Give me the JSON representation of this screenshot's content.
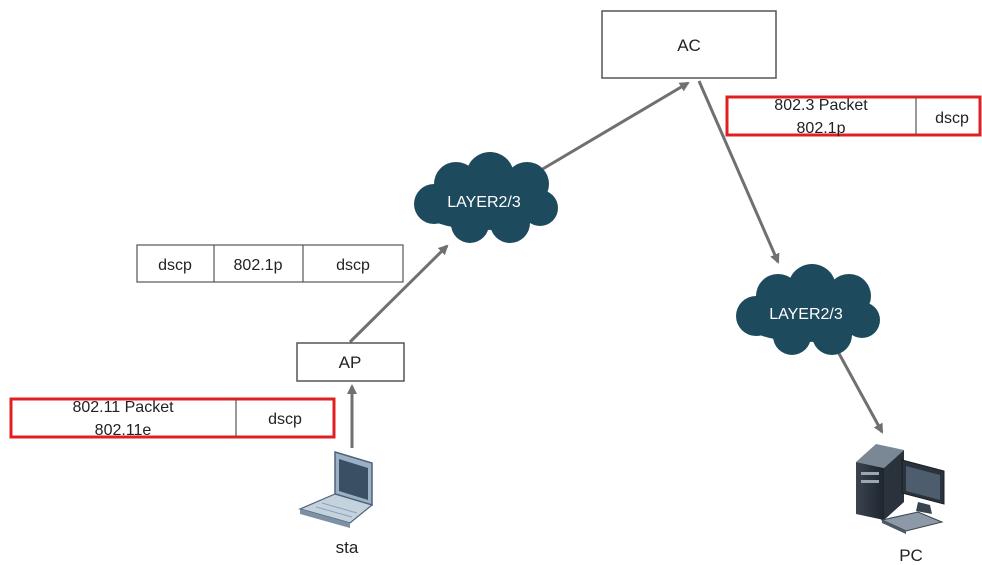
{
  "nodes": {
    "ac": "AC",
    "ap": "AP",
    "cloud_left": "LAYER2/3",
    "cloud_right": "LAYER2/3",
    "sta": "sta",
    "pc": "PC"
  },
  "packets": {
    "wireless": {
      "line1": "802.11 Packet",
      "line2": "802.11e",
      "field": "dscp"
    },
    "tunnel": {
      "fields": [
        "dscp",
        "802.1p",
        "dscp"
      ]
    },
    "wired": {
      "line1": "802.3 Packet",
      "line2": "802.1p",
      "field": "dscp"
    }
  },
  "colors": {
    "arrow": "#707070",
    "cloud": "#1d4a5c",
    "highlight": "#e02020",
    "box_border": "#555555"
  },
  "icons": {
    "sta": "laptop-icon",
    "pc": "desktop-computer-icon"
  }
}
